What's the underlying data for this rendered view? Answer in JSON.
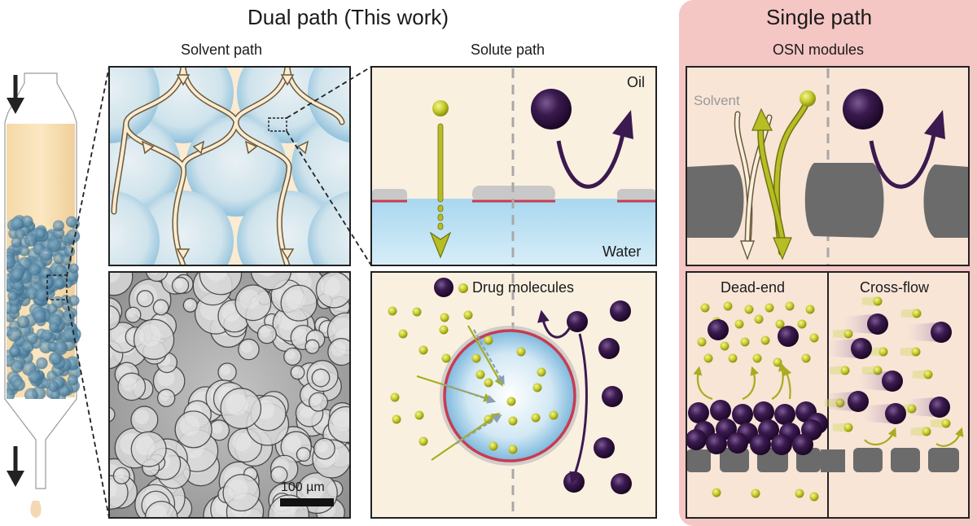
{
  "titles": {
    "dual_path": "Dual path (This work)",
    "single_path": "Single path"
  },
  "subtitles": {
    "solvent_path": "Solvent path",
    "solute_path": "Solute path",
    "osn_modules": "OSN modules"
  },
  "labels": {
    "oil": "Oil",
    "water": "Water",
    "drug_molecules": "Drug molecules",
    "solvent": "Solvent",
    "dead_end": "Dead-end",
    "cross_flow": "Cross-flow",
    "scale_bar": "100 µm"
  },
  "colors": {
    "solute_small": "#c6cc2c",
    "solute_large": "#3b1a4f",
    "membrane": "#6b6b6b",
    "oil_bg": "#faf0e0",
    "water_bg": "#bfe1f2",
    "single_path_bg": "#f4c6c4",
    "interface_red": "#c63c52"
  }
}
